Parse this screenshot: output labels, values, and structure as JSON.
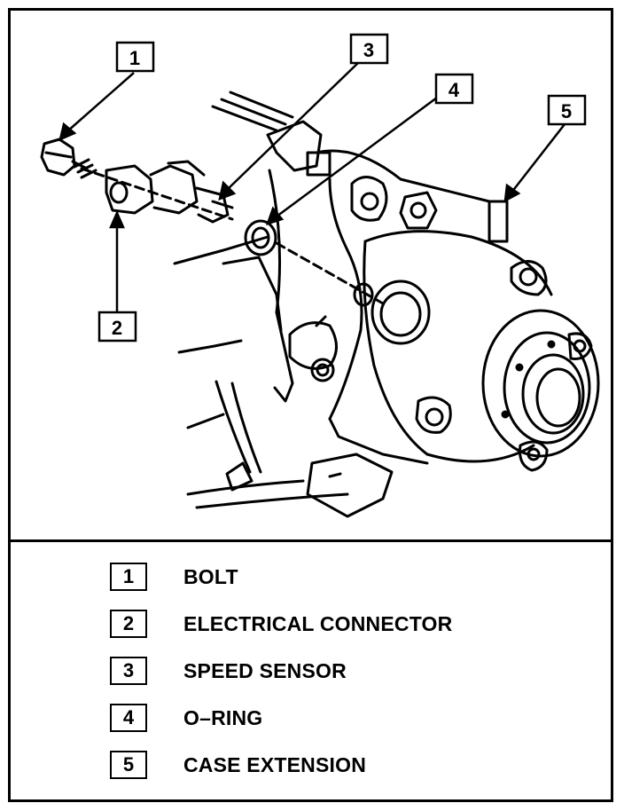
{
  "callouts": [
    {
      "number": "1"
    },
    {
      "number": "2"
    },
    {
      "number": "3"
    },
    {
      "number": "4"
    },
    {
      "number": "5"
    }
  ],
  "legend": [
    {
      "number": "1",
      "label": "BOLT"
    },
    {
      "number": "2",
      "label": "ELECTRICAL CONNECTOR"
    },
    {
      "number": "3",
      "label": "SPEED SENSOR"
    },
    {
      "number": "4",
      "label": "O–RING"
    },
    {
      "number": "5",
      "label": "CASE EXTENSION"
    }
  ]
}
